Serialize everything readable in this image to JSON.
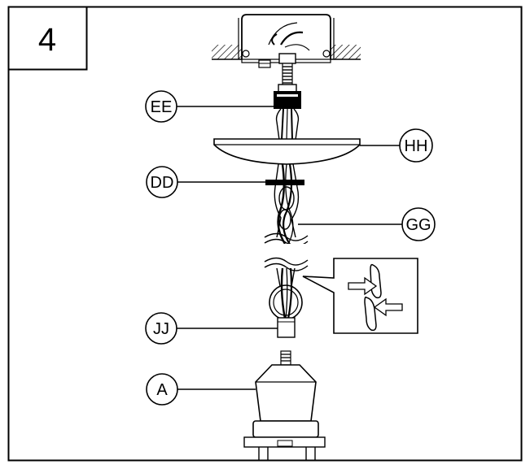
{
  "step": {
    "number": "4"
  },
  "callouts": {
    "ee": "EE",
    "hh": "HH",
    "dd": "DD",
    "gg": "GG",
    "jj": "JJ",
    "a": "A"
  },
  "colors": {
    "stroke": "#000000",
    "background": "#ffffff",
    "hatch": "#000000"
  }
}
